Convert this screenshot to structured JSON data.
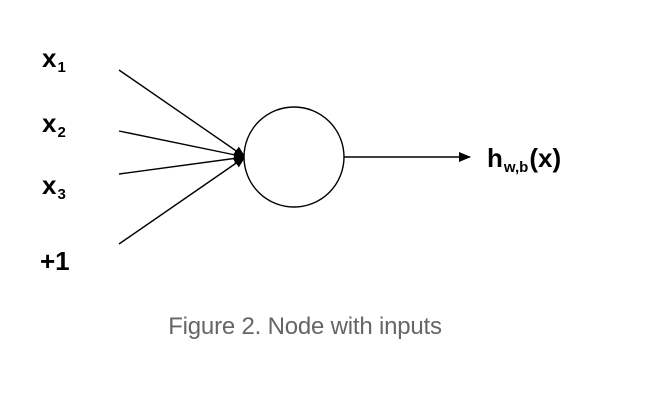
{
  "diagram": {
    "inputs": [
      {
        "base": "x",
        "sub": "1"
      },
      {
        "base": "x",
        "sub": "2"
      },
      {
        "base": "x",
        "sub": "3"
      },
      {
        "base": "+1",
        "sub": ""
      }
    ],
    "output": {
      "base": "h",
      "sub": "w,b",
      "arg": "(x)"
    },
    "caption": "Figure 2. Node with inputs",
    "colors": {
      "stroke": "#000000",
      "caption": "#666666",
      "background": "#ffffff"
    }
  }
}
